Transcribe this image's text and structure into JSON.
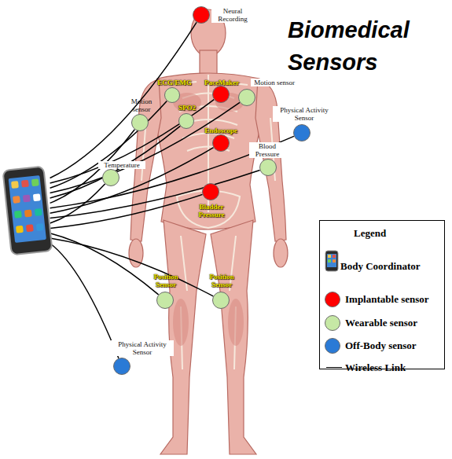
{
  "diagram": {
    "title": "Biomedical Sensors",
    "nodes": [
      {
        "text": [
          "Neural Recording"
        ]
      },
      {
        "text": [
          "ECG/EMG"
        ]
      },
      {
        "text": [
          "PaceMaker"
        ]
      },
      {
        "text": [
          "Motion sensor"
        ]
      },
      {
        "text": [
          "Motion sensor"
        ]
      },
      {
        "text": [
          "Physical Activity Sensor"
        ]
      },
      {
        "text": [
          "SPO2"
        ]
      },
      {
        "text": [
          "Endoscope"
        ]
      },
      {
        "text": [
          "Blood Pressure"
        ]
      },
      {
        "text": [
          "Temperature"
        ]
      },
      {
        "text": []
      },
      {
        "text": [
          "Bladder Pressure"
        ]
      },
      {
        "text": [
          "Position Sensor"
        ]
      },
      {
        "text": [
          "Position Sensor"
        ]
      },
      {
        "text": [
          "Physical Activity Sensor"
        ]
      }
    ],
    "edges": [
      {
        "from": 10,
        "to": 0,
        "arrow": "none"
      },
      {
        "from": 10,
        "to": 1,
        "arrow": "none"
      },
      {
        "from": 10,
        "to": 2,
        "arrow": "none"
      },
      {
        "from": 10,
        "to": 3,
        "arrow": "none"
      },
      {
        "from": 10,
        "to": 4,
        "arrow": "none"
      },
      {
        "from": 10,
        "to": 5,
        "arrow": "none"
      },
      {
        "from": 10,
        "to": 6,
        "arrow": "none"
      },
      {
        "from": 10,
        "to": 7,
        "arrow": "none"
      },
      {
        "from": 10,
        "to": 8,
        "arrow": "none"
      },
      {
        "from": 10,
        "to": 9,
        "arrow": "none"
      },
      {
        "from": 10,
        "to": 11,
        "arrow": "none"
      },
      {
        "from": 10,
        "to": 12,
        "arrow": "none"
      },
      {
        "from": 10,
        "to": 13,
        "arrow": "none"
      },
      {
        "from": 10,
        "to": 14,
        "arrow": "none"
      }
    ],
    "labels": [
      "Legend"
    ],
    "legend": [
      {
        "text": "Body Coordinator"
      },
      {
        "text": "Implantable sensor",
        "color": "#ff0000"
      },
      {
        "text": "Wearable sensor",
        "color": "#c6e8a5"
      },
      {
        "text": "Off-Body sensor",
        "color": "#2a7ad6"
      },
      {
        "text": "Wireless Link"
      }
    ]
  }
}
